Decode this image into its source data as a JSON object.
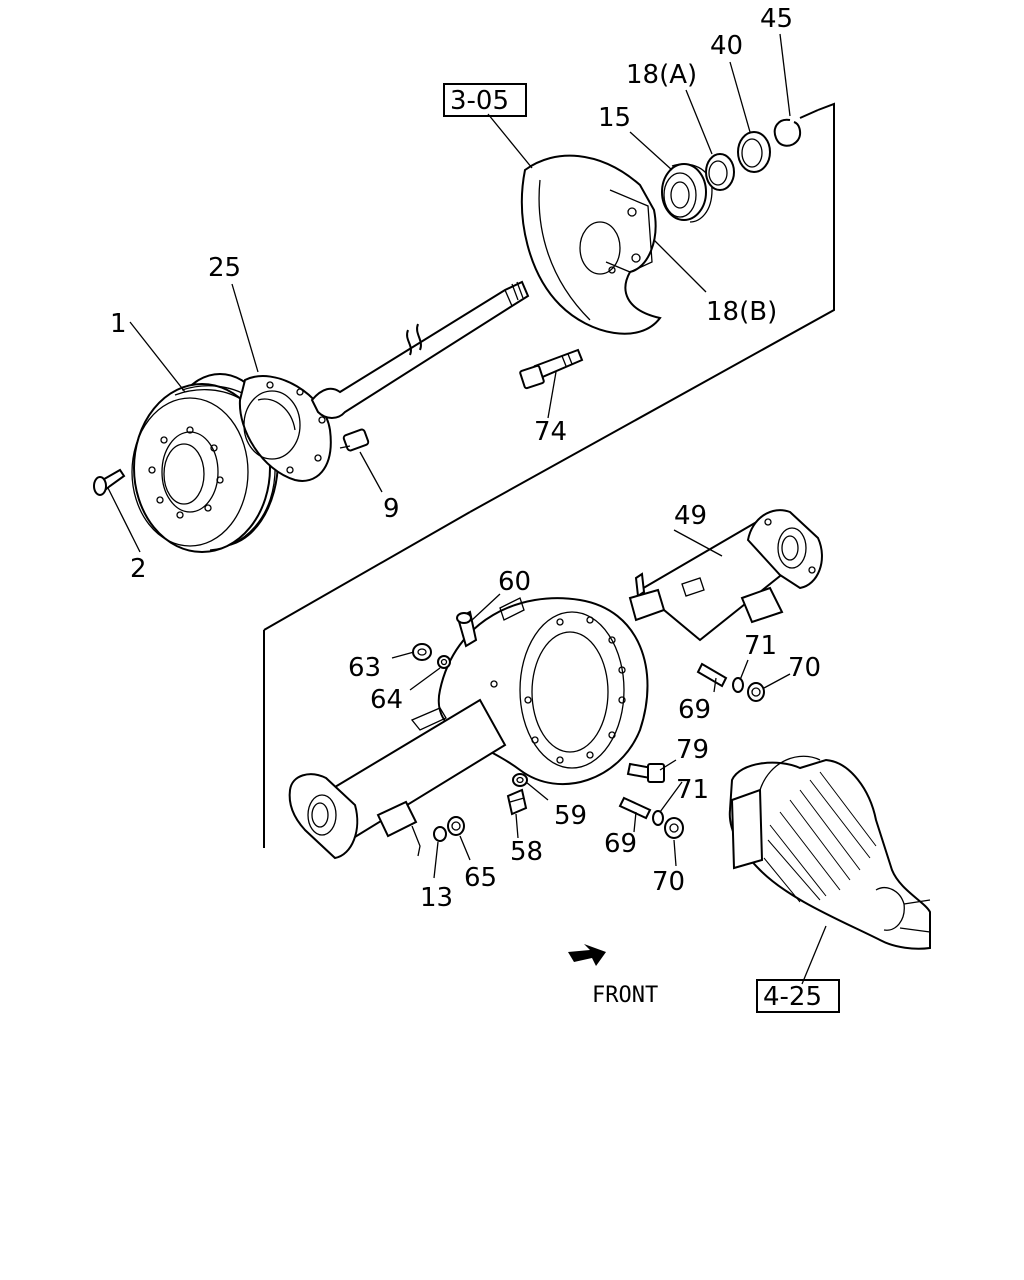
{
  "labels": {
    "ref_3_05": "3-05",
    "ref_4_25": "4-25",
    "p1": "1",
    "p2": "2",
    "p9": "9",
    "p13": "13",
    "p15": "15",
    "p18a": "18(A)",
    "p18b": "18(B)",
    "p25": "25",
    "p40": "40",
    "p45": "45",
    "p49": "49",
    "p58": "58",
    "p59": "59",
    "p60": "60",
    "p63": "63",
    "p64": "64",
    "p65": "65",
    "p69a": "69",
    "p69b": "69",
    "p70a": "70",
    "p70b": "70",
    "p71a": "71",
    "p71b": "71",
    "p74": "74",
    "p79": "79",
    "front": "FRONT"
  }
}
